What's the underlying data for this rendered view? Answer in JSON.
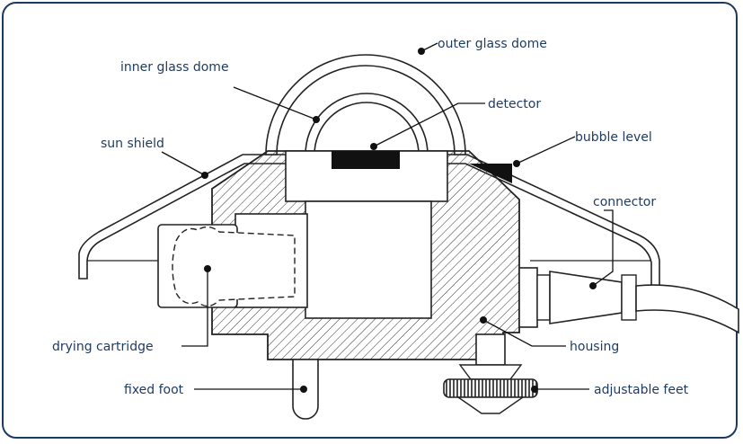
{
  "labels": {
    "outer_glass_dome": "outer glass dome",
    "inner_glass_dome": "inner glass dome",
    "detector": "detector",
    "sun_shield": "sun shield",
    "bubble_level": "bubble level",
    "connector": "connector",
    "drying_cartridge": "drying cartridge",
    "housing": "housing",
    "fixed_foot": "fixed foot",
    "adjustable_feet": "adjustable feet"
  },
  "colors": {
    "frame": "#1d3a5f",
    "label_text": "#1d3a5f",
    "line": "#222222",
    "detector": "#111111"
  }
}
